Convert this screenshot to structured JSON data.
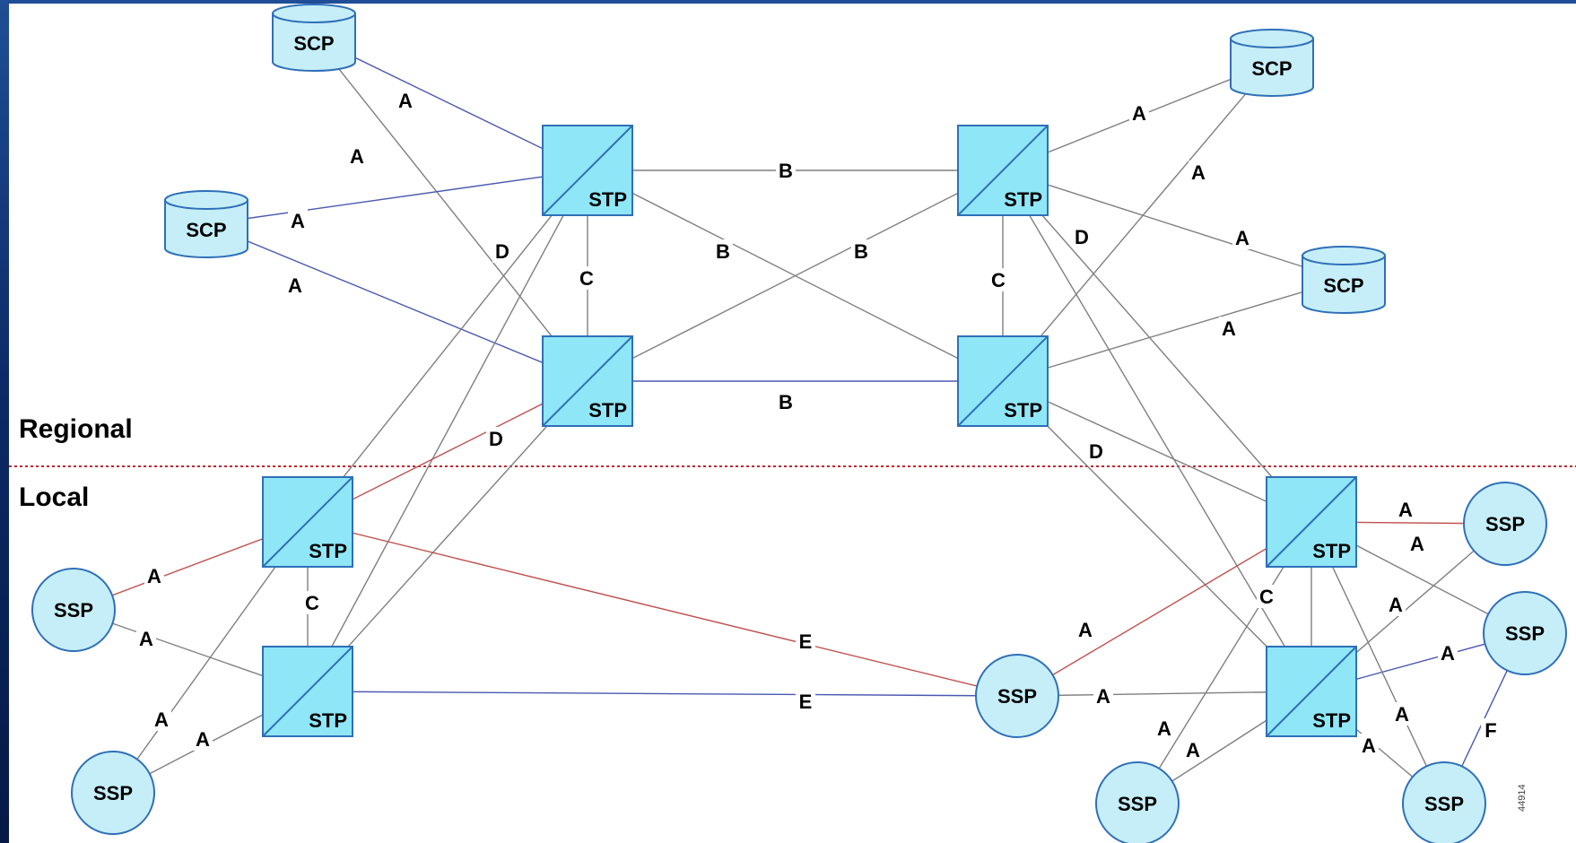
{
  "diagram": {
    "zones": {
      "regional": "Regional",
      "local": "Local"
    },
    "figure_number": "44914",
    "colors": {
      "box_fill": "#8fe6f7",
      "node_fill": "#c5eef8",
      "node_stroke": "#2f6fb8",
      "link_gray": "#7f7f7f",
      "link_red": "#c0504d",
      "link_blue": "#4b58b0",
      "divider": "#c0272d"
    },
    "nodes": [
      {
        "id": "scp-1",
        "type": "SCP",
        "label": "SCP"
      },
      {
        "id": "scp-2",
        "type": "SCP",
        "label": "SCP"
      },
      {
        "id": "scp-3",
        "type": "SCP",
        "label": "SCP"
      },
      {
        "id": "scp-4",
        "type": "SCP",
        "label": "SCP"
      },
      {
        "id": "stp-1",
        "type": "STP",
        "label": "STP"
      },
      {
        "id": "stp-2",
        "type": "STP",
        "label": "STP"
      },
      {
        "id": "stp-3",
        "type": "STP",
        "label": "STP"
      },
      {
        "id": "stp-4",
        "type": "STP",
        "label": "STP"
      },
      {
        "id": "stp-5",
        "type": "STP",
        "label": "STP"
      },
      {
        "id": "stp-6",
        "type": "STP",
        "label": "STP"
      },
      {
        "id": "stp-7",
        "type": "STP",
        "label": "STP"
      },
      {
        "id": "stp-8",
        "type": "STP",
        "label": "STP"
      },
      {
        "id": "ssp-1",
        "type": "SSP",
        "label": "SSP"
      },
      {
        "id": "ssp-2",
        "type": "SSP",
        "label": "SSP"
      },
      {
        "id": "ssp-3",
        "type": "SSP",
        "label": "SSP"
      },
      {
        "id": "ssp-4",
        "type": "SSP",
        "label": "SSP"
      },
      {
        "id": "ssp-5",
        "type": "SSP",
        "label": "SSP"
      },
      {
        "id": "ssp-6",
        "type": "SSP",
        "label": "SSP"
      },
      {
        "id": "ssp-7",
        "type": "SSP",
        "label": "SSP"
      }
    ],
    "links": [
      {
        "from": "scp-1",
        "to": "stp-1",
        "label": "A",
        "color": "blue"
      },
      {
        "from": "scp-1",
        "to": "stp-2",
        "label": "A",
        "color": "gray"
      },
      {
        "from": "scp-2",
        "to": "stp-1",
        "label": "A",
        "color": "blue"
      },
      {
        "from": "scp-2",
        "to": "stp-2",
        "label": "A",
        "color": "blue"
      },
      {
        "from": "stp-1",
        "to": "stp-3",
        "label": "B",
        "color": "gray"
      },
      {
        "from": "stp-1",
        "to": "stp-4",
        "label": "B",
        "color": "gray"
      },
      {
        "from": "stp-2",
        "to": "stp-3",
        "label": "B",
        "color": "gray"
      },
      {
        "from": "stp-2",
        "to": "stp-4",
        "label": "B",
        "color": "blue"
      },
      {
        "from": "stp-1",
        "to": "stp-2",
        "label": "C",
        "color": "gray"
      },
      {
        "from": "stp-3",
        "to": "stp-4",
        "label": "C",
        "color": "gray"
      },
      {
        "from": "stp-1",
        "to": "stp-5",
        "label": "D",
        "color": "gray"
      },
      {
        "from": "stp-1",
        "to": "stp-6",
        "label": "",
        "color": "gray"
      },
      {
        "from": "stp-2",
        "to": "stp-5",
        "label": "D",
        "color": "red"
      },
      {
        "from": "stp-2",
        "to": "stp-6",
        "label": "",
        "color": "gray"
      },
      {
        "from": "stp-3",
        "to": "stp-7",
        "label": "D",
        "color": "gray"
      },
      {
        "from": "stp-3",
        "to": "stp-8",
        "label": "",
        "color": "gray"
      },
      {
        "from": "stp-4",
        "to": "stp-7",
        "label": "D",
        "color": "gray"
      },
      {
        "from": "stp-4",
        "to": "stp-8",
        "label": "",
        "color": "gray"
      },
      {
        "from": "scp-3",
        "to": "stp-3",
        "label": "A",
        "color": "gray"
      },
      {
        "from": "scp-3",
        "to": "stp-4",
        "label": "A",
        "color": "gray"
      },
      {
        "from": "scp-4",
        "to": "stp-3",
        "label": "A",
        "color": "gray"
      },
      {
        "from": "scp-4",
        "to": "stp-4",
        "label": "A",
        "color": "gray"
      },
      {
        "from": "stp-5",
        "to": "stp-6",
        "label": "C",
        "color": "gray"
      },
      {
        "from": "stp-7",
        "to": "stp-8",
        "label": "C",
        "color": "gray"
      },
      {
        "from": "ssp-1",
        "to": "stp-5",
        "label": "A",
        "color": "red"
      },
      {
        "from": "ssp-1",
        "to": "stp-6",
        "label": "A",
        "color": "gray"
      },
      {
        "from": "ssp-2",
        "to": "stp-5",
        "label": "A",
        "color": "gray"
      },
      {
        "from": "ssp-2",
        "to": "stp-6",
        "label": "A",
        "color": "gray"
      },
      {
        "from": "stp-5",
        "to": "ssp-3",
        "label": "E",
        "color": "red"
      },
      {
        "from": "stp-6",
        "to": "ssp-3",
        "label": "E",
        "color": "blue"
      },
      {
        "from": "ssp-3",
        "to": "stp-7",
        "label": "A",
        "color": "red"
      },
      {
        "from": "ssp-3",
        "to": "stp-8",
        "label": "A",
        "color": "gray"
      },
      {
        "from": "ssp-4",
        "to": "stp-7",
        "label": "A",
        "color": "gray"
      },
      {
        "from": "ssp-4",
        "to": "stp-8",
        "label": "A",
        "color": "gray"
      },
      {
        "from": "stp-7",
        "to": "ssp-5",
        "label": "A",
        "color": "red"
      },
      {
        "from": "stp-8",
        "to": "ssp-5",
        "label": "A",
        "color": "gray"
      },
      {
        "from": "stp-7",
        "to": "ssp-6",
        "label": "A",
        "color": "gray"
      },
      {
        "from": "stp-8",
        "to": "ssp-6",
        "label": "A",
        "color": "blue"
      },
      {
        "from": "stp-7",
        "to": "ssp-7",
        "label": "A",
        "color": "gray"
      },
      {
        "from": "stp-8",
        "to": "ssp-7",
        "label": "A",
        "color": "gray"
      },
      {
        "from": "ssp-6",
        "to": "ssp-7",
        "label": "F",
        "color": "blue"
      }
    ]
  }
}
